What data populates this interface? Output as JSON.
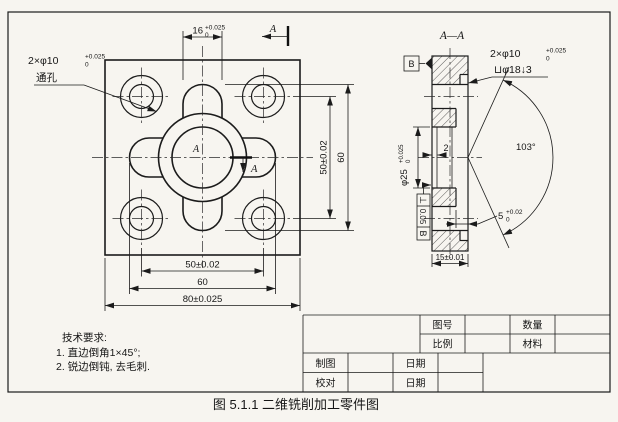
{
  "caption": "图 5.1.1   二维铣削加工零件图",
  "tech_requirements": {
    "title": "技术要求:",
    "item1": "1. 直边倒角1×45°;",
    "item2": "2. 锐边倒钝, 去毛刺."
  },
  "main_view": {
    "dim_slot_width": "16",
    "dim_slot_width_tol_upper": "+0.025",
    "dim_slot_width_tol_lower": "0",
    "holes_label": "2×φ10",
    "holes_tol_upper": "+0.025",
    "holes_tol_lower": "0",
    "holes_sub": "通孔",
    "dim_right_holes": "50±0.02",
    "dim_right_slot": "60",
    "dim_bottom_holes": "50±0.02",
    "dim_bottom_slot": "60",
    "dim_plate_width": "80±0.025",
    "section_letter": "A"
  },
  "section_view": {
    "title": "A—A",
    "datum_label": "B",
    "holes_label": "2×φ10",
    "holes_tol_upper": "+0.025",
    "holes_tol_lower": "0",
    "counterbore": "⊔φ18↓3",
    "angle": "103°",
    "bore_label": "φ25",
    "bore_tol_upper": "+0.025",
    "bore_tol_lower": "0",
    "dim_step": "2",
    "fcf_symbol": "⊥",
    "fcf_value": "0.05",
    "fcf_datum": "B",
    "dim_depth": "5",
    "dim_depth_tol_upper": "+0.02",
    "dim_depth_tol_lower": "0",
    "dim_thickness": "15±0.01"
  },
  "title_block": {
    "drawing_no": "图号",
    "quantity": "数量",
    "scale": "比例",
    "material": "材料",
    "drafter": "制图",
    "date1": "日期",
    "checker": "校对",
    "date2": "日期"
  },
  "colors": {
    "paper": "#f7f5f0",
    "ink": "#1b1b1b"
  }
}
